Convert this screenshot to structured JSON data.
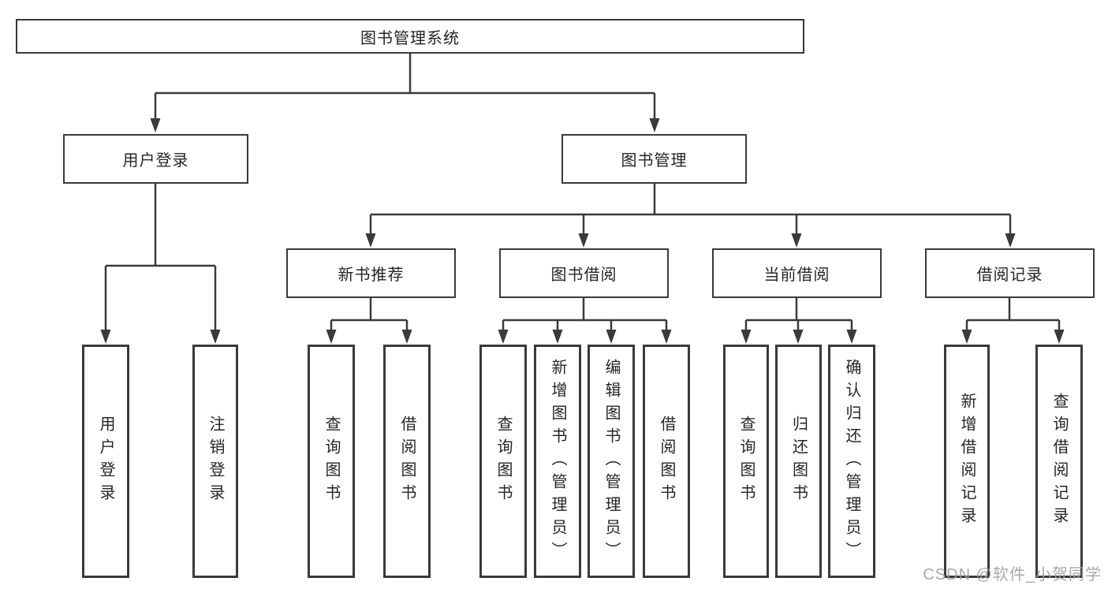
{
  "diagram": {
    "type": "tree",
    "title": "图书管理系统",
    "colors": {
      "background": "#ffffff",
      "line": "#3a3a3a",
      "box_border": "#3a3a3a",
      "text": "#262626",
      "watermark": "#a0a0a0"
    },
    "nodes": {
      "root": "图书管理系统",
      "user_login": "用户登录",
      "book_mgmt": "图书管理",
      "new_book_rec": "新书推荐",
      "book_borrow": "图书借阅",
      "current_borrow": "当前借阅",
      "borrow_records": "借阅记录",
      "leaf_user_login": "用户登录",
      "leaf_logout": "注销登录",
      "leaf_query_book_1": "查询图书",
      "leaf_borrow_book_1": "借阅图书",
      "leaf_query_book_2": "查询图书",
      "leaf_add_book": "新增图书（管理员）",
      "leaf_edit_book": "编辑图书（管理员）",
      "leaf_borrow_book_2": "借阅图书",
      "leaf_query_book_3": "查询图书",
      "leaf_return_book": "归还图书",
      "leaf_confirm_return": "确认归还（管理员）",
      "leaf_add_record": "新增借阅记录",
      "leaf_query_record": "查询借阅记录"
    },
    "hierarchy": {
      "图书管理系统": [
        "用户登录",
        "图书管理"
      ],
      "用户登录": [
        "用户登录",
        "注销登录"
      ],
      "图书管理": [
        "新书推荐",
        "图书借阅",
        "当前借阅",
        "借阅记录"
      ],
      "新书推荐": [
        "查询图书",
        "借阅图书"
      ],
      "图书借阅": [
        "查询图书",
        "新增图书（管理员）",
        "编辑图书（管理员）",
        "借阅图书"
      ],
      "当前借阅": [
        "查询图书",
        "归还图书",
        "确认归还（管理员）"
      ],
      "借阅记录": [
        "新增借阅记录",
        "查询借阅记录"
      ]
    },
    "watermark": "CSDN @软件_小贺同学"
  }
}
